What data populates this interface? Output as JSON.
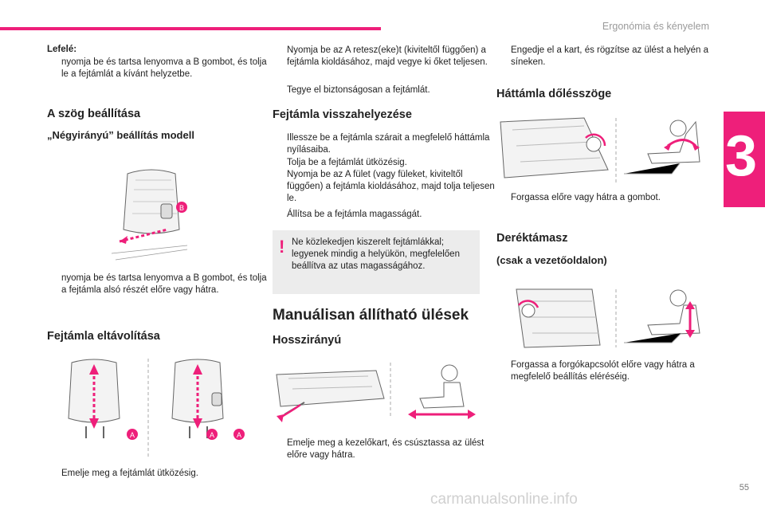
{
  "header": {
    "title": "Ergonómia és kényelem",
    "chapter": "3"
  },
  "col1": {
    "down_title": "Lefelé:",
    "down_text": "nyomja be és tartsa lenyomva a B gombot, és tolja le a fejtámlát a kívánt helyzetbe.",
    "angle_title": "A szög beállítása",
    "four_way_title": "„Négyirányú” beállítás modell",
    "four_way_text": "nyomja be és tartsa lenyomva a B gombot, és tolja a fejtámla alsó részét előre vagy hátra.",
    "removal_title": "Fejtámla eltávolítása",
    "removal_text": "Emelje meg a fejtámlát ütközésig.",
    "label_b": "B",
    "label_a": "A"
  },
  "col2": {
    "b1": "Nyomja be az A retesz(eke)t (kiviteltől függően) a fejtámla kioldásához, majd vegye ki őket teljesen.",
    "b2": "Tegye el biztonságosan a fejtámlát.",
    "refit_title": "Fejtámla visszahelyezése",
    "r1": "Illessze be a fejtámla szárait a megfelelő háttámla nyílásaiba.",
    "r2": "Tolja be a fejtámlát ütközésig.",
    "r3": "Nyomja be az A fület (vagy füleket, kiviteltől függően) a fejtámla kioldásához, majd tolja teljesen le.",
    "r4": "Állítsa be a fejtámla magasságát.",
    "warning": "Ne közlekedjen kiszerelt fejtámlákkal; legyenek mindig a helyükön, megfelelően beállítva az utas magasságához.",
    "manual_title": "Manuálisan állítható ülések",
    "long_title": "Hosszirányú",
    "long_text": "Emelje meg a kezelőkart, és csúsztassa az ülést előre vagy hátra."
  },
  "col3": {
    "c1": "Engedje el a kart, és rögzítse az ülést a helyén a síneken.",
    "recline_title": "Háttámla dőlésszöge",
    "recline_text": "Forgassa előre vagy hátra a gombot.",
    "lumbar_title": "Deréktámasz",
    "lumbar_sub": "(csak a vezetőoldalon)",
    "lumbar_text": "Forgassa a forgókapcsolót előre vagy hátra a megfelelő beállítás eléréséig."
  },
  "footer": {
    "page": "55",
    "watermark": "carmanualsonline.info"
  },
  "bullet_marker": "",
  "colors": {
    "accent": "#ee1f7a",
    "warn_bg": "#ececec"
  }
}
